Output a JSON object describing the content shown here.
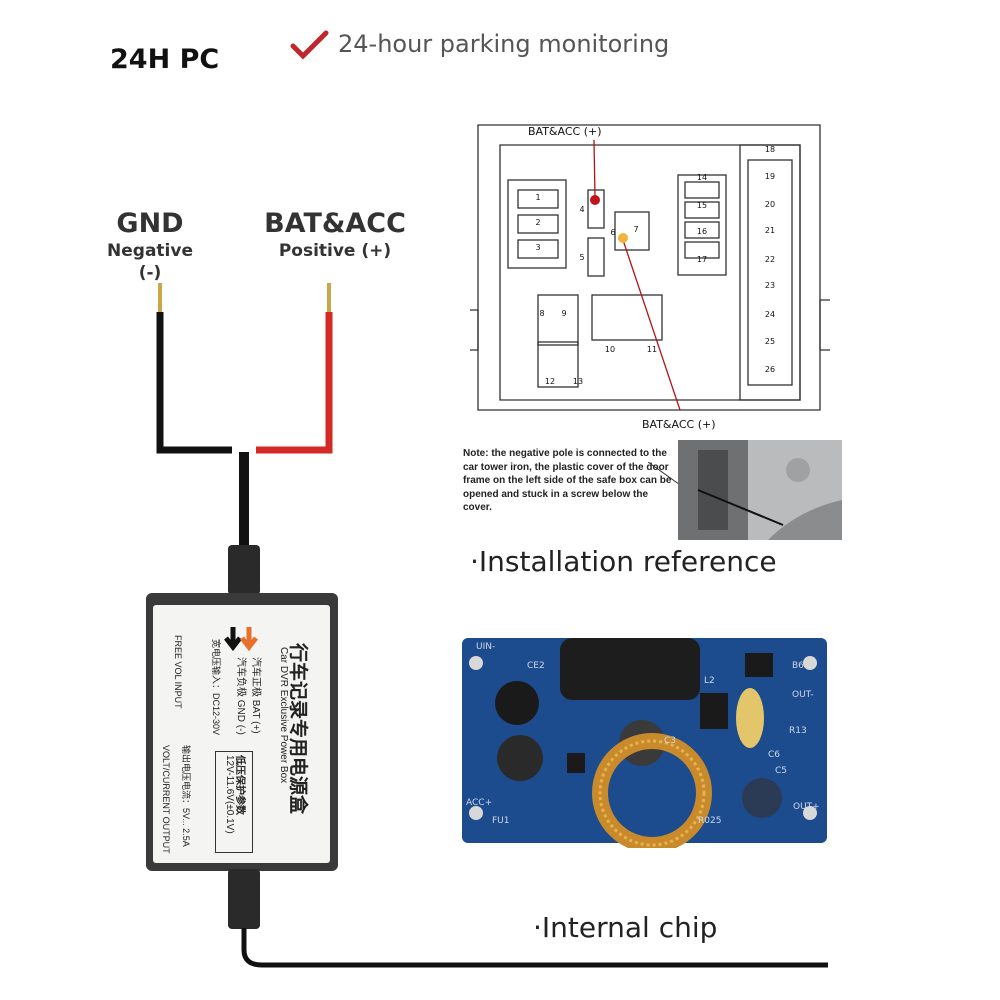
{
  "header": {
    "title": "24H PC",
    "feature": "24-hour parking monitoring",
    "check_icon": "checkmark-icon",
    "accent_color": "#c0272d"
  },
  "wires": {
    "gnd": {
      "label": "GND",
      "sub": "Negative (-)",
      "color": "#111111"
    },
    "bat": {
      "label": "BAT&ACC",
      "sub": "Positive (+)",
      "color": "#d42a25"
    }
  },
  "power_box": {
    "title_cn": "行车记录专用电源盒",
    "title_en": "Car DVR Exclusive Power Box",
    "pos_label": "汽车正极 BAT (+)",
    "neg_label": "汽车负极 GND (-)",
    "input_cn": "宽电压输入：DC12-30V",
    "input_en": "FREE VOL INPUT",
    "output_cn": "输出电压电流：5V... 2.5A",
    "output_en": "VOLT/CURRENT OUTPUT",
    "protect_cn": "低压保护参数",
    "protect_val": "12V-11.6V(±0.1V)"
  },
  "fuse_diagram": {
    "top_label": "BAT&ACC (+)",
    "bottom_label": "BAT&ACC (+)",
    "slots_left": [
      "1",
      "2",
      "3",
      "4",
      "5",
      "6",
      "7",
      "8",
      "9",
      "10",
      "11",
      "12",
      "13"
    ],
    "slots_mid": [
      "14",
      "15",
      "16",
      "17"
    ],
    "slots_right": [
      "18",
      "19",
      "20",
      "21",
      "22",
      "23",
      "24",
      "25",
      "26"
    ]
  },
  "note": "Note: the negative pole is connected to the car tower iron, the plastic cover of the door frame on the left side of the safe box can be opened and stuck in a screw below the cover.",
  "captions": {
    "installation": "·Installation reference",
    "chip": "·Internal chip"
  },
  "pcb": {
    "labels": [
      "UIN-",
      "CE2",
      "OUT-",
      "ACC+",
      "FU1",
      "C3",
      "L2",
      "R13",
      "C6",
      "C5",
      "OUT+",
      "B6",
      "R025"
    ]
  }
}
